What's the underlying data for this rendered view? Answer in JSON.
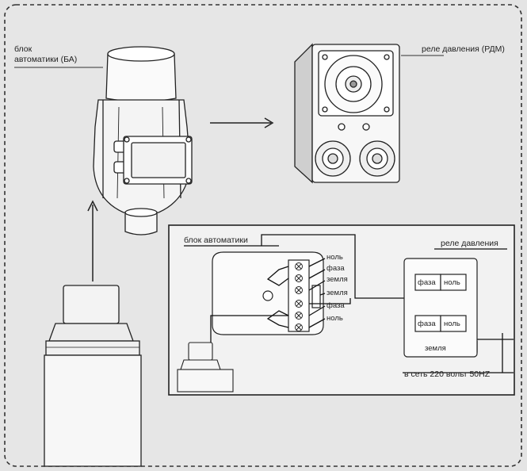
{
  "labels": {
    "block_automation_line1": "блок",
    "block_automation_line2": "автоматики (БА)",
    "pressure_relay_rdm": "реле давления (РДМ)"
  },
  "wiring": {
    "block_title": "блок автоматики",
    "relay_title": "реле давления",
    "terminals": [
      "ноль",
      "фаза",
      "земля",
      "земля",
      "фаза",
      "ноль"
    ],
    "relay_upper": {
      "left": "фаза",
      "right": "ноль"
    },
    "relay_lower": {
      "left": "фаза",
      "right": "ноль"
    },
    "ground_label": "земля",
    "mains_label": "в сеть 220 вольт 50HZ"
  }
}
